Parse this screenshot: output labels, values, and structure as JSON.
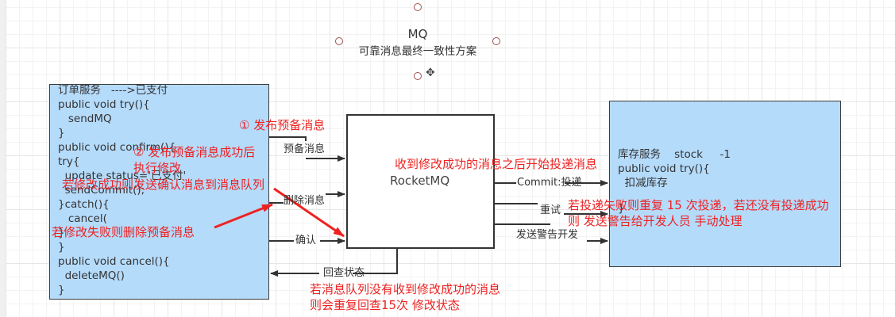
{
  "diagram": {
    "title": "MQ",
    "subtitle": "可靠消息最终一致性方案",
    "move_icon": "move-cursor-icon",
    "order_service": {
      "lines": [
        "订单服务   ---->已支付",
        "public void try(){",
        "   sendMQ",
        "}",
        "public void confirm(){",
        "try{",
        "  update status='已支付'",
        "  sendCommit();",
        "}catch(){",
        "   cancel(",
        "}",
        "}",
        "public void cancel(){",
        "  deleteMQ()",
        "}"
      ]
    },
    "rocketmq": {
      "label": "RocketMQ"
    },
    "stock_service": {
      "lines": [
        "库存服务    stock     -1",
        "public void try(){",
        "  扣减库存",
        "}"
      ]
    },
    "edges": {
      "prepare": "预备消息",
      "delete": "删除消息",
      "confirm": "确认",
      "check_back": "回查状态",
      "commit": "Commit:投递",
      "retry": "重试",
      "alert": "发送警告开发"
    },
    "annotations": {
      "step1": "① 发布预备消息",
      "step2_line1": "② 发布预备消息成功后",
      "step2_line2": "执行修改",
      "on_success": "若修改成功则发送确认消息到消息队列",
      "on_failure": "若修改失败则删除预备消息",
      "deliver": "收到修改成功的消息之后开始投递消息",
      "retry_line1": "若投递失败则重复 15 次投递，若还没有投递成功",
      "retry_line2": "则 发送警告给开发人员 手动处理",
      "check_line1": "若消息队列没有收到修改成功的消息",
      "check_line2": "则会重复回查15次 修改状态"
    },
    "colors": {
      "service_fill": "#b5dbfb",
      "annotation": "#ee2222",
      "line": "#333333"
    }
  }
}
